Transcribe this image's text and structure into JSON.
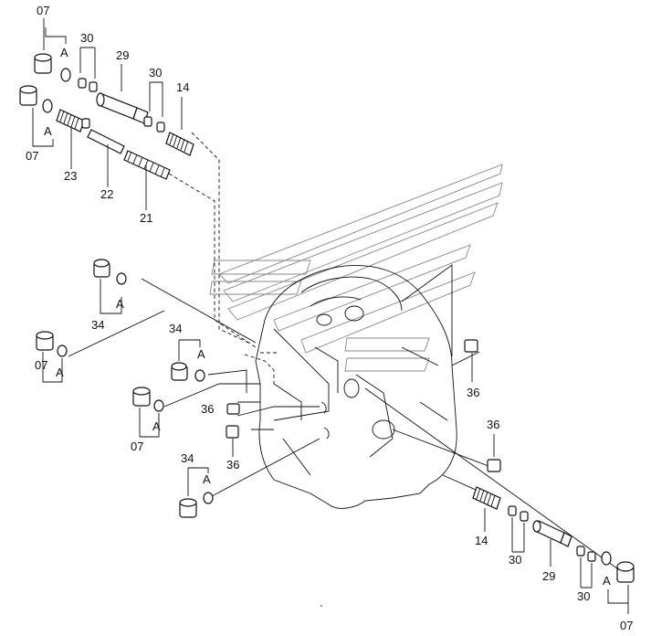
{
  "labels": {
    "p07": "07",
    "p30": "30",
    "p29": "29",
    "p14": "14",
    "p23": "23",
    "p22": "22",
    "p21": "21",
    "p34": "34",
    "p36": "36",
    "pA": "A"
  },
  "colors": {
    "line": "#111111",
    "watermark": "#888888",
    "background": "#ffffff"
  }
}
